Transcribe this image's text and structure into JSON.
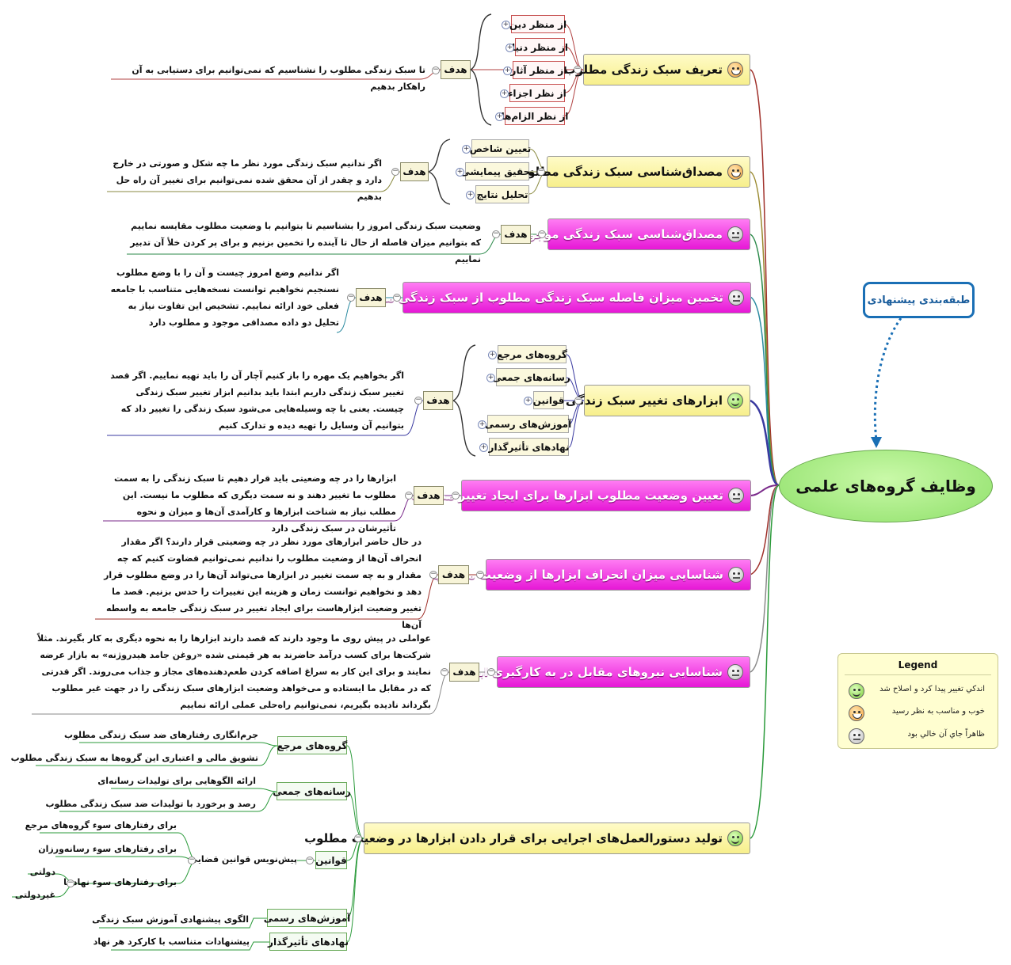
{
  "central": {
    "label": "وظایف گروه‌های علمی"
  },
  "suggestion": {
    "label": "طبقه‌بندی پیشنهادی"
  },
  "legend": {
    "title": "Legend",
    "items": [
      {
        "icon": "happy",
        "label": "اندکي تغيير پيدا کرد و اصلاح شد"
      },
      {
        "icon": "laugh",
        "label": "خوب و مناسب به نظر رسيد"
      },
      {
        "icon": "neutral",
        "label": "ظاهراً جاي آن خالي بود"
      }
    ]
  },
  "goal_label": "هدف",
  "branches": {
    "b1": {
      "title": "تعریف سبک زندگی مطلوب",
      "icon": "laugh",
      "children": [
        "از منظر دین",
        "از منظر دنیا",
        "از منظر آثار",
        "از نظر اجزاء",
        "از نظر الزام‌ها"
      ],
      "goal_text": "تا سبک زندگی مطلوب را نشناسیم که نمی‌توانیم برای دستیابی به آن راهکار بدهیم"
    },
    "b2": {
      "title": "مصداق‌شناسی سبک زندگی مطلوب",
      "icon": "laugh",
      "children": [
        "تعیین شاخص",
        "تحقیق پیمایشی",
        "تحلیل نتایج"
      ],
      "goal_text": "اگر ندانیم سبک زندگی مورد نظر ما چه شکل و صورتی در خارج دارد و چقدر از آن محقق شده نمی‌توانیم برای تغییر آن راه حل بدهیم"
    },
    "b3": {
      "title": "مصداق‌شناسی سبک زندگی موجود",
      "icon": "neutral",
      "goal_text": "وضعیت سبک زندگی امروز را بشناسیم تا بتوانیم با وضعیت مطلوب مقایسه نماییم که بتوانیم میزان فاصله از حال تا آینده را تخمین بزنیم و برای پر کردن خلأ آن تدبیر نماییم"
    },
    "b4": {
      "title": "تخمین میزان فاصله سبک زندگی مطلوب از سبک زندگی موجود",
      "icon": "neutral",
      "goal_text": "اگر ندانیم وضع امروز چیست و آن را با وضع مطلوب نسنجیم نخواهیم توانست نسخه‌هایی متناسب با جامعه فعلی خود ارائه نماییم. تشخیص این تفاوت نیاز به تحلیل دو داده مصداقی موجود و مطلوب دارد"
    },
    "b5": {
      "title": "ابزارهای تغییر سبک زندگی",
      "icon": "happy",
      "children": [
        "گروه‌های مرجع",
        "رسانه‌های جمعی",
        "قوانین",
        "آموزش‌های رسمی",
        "نهادهای تأثیرگذار"
      ],
      "goal_text": "اگر بخواهیم یک مهره را باز کنیم آچار آن را باید تهیه نماییم. اگر قصد تغییر سبک زندگی داریم ابتدا باید بدانیم ابزار تغییر سبک زندگی چیست. یعنی با چه وسیله‌هایی می‌شود سبک زندگی را تغییر داد که بتوانیم آن وسایل را تهیه دیده و تدارک کنیم"
    },
    "b6": {
      "title": "تعیین وضعیت مطلوب ابزارها برای ایجاد تغییر مطلوب",
      "icon": "neutral",
      "goal_text": "ابزارها را در چه وضعیتی باید قرار دهیم تا سبک زندگی را به سمت مطلوب ما تغییر دهند و نه سمت دیگری که مطلوب ما نیست. این مطلب نیاز به شناخت ابزارها و کارآمدی آن‌ها و میزان و نحوه تأثیرشان در سبک زندگی دارد"
    },
    "b7": {
      "title": "شناسایی میزان انحراف ابزارها از وضعیت مطلوب",
      "icon": "neutral",
      "goal_text": "در حال حاضر ابزارهای مورد نظر در چه وضعیتی قرار دارند؟ اگر مقدار انحراف آن‌ها از وضعیت مطلوب را ندانیم نمی‌توانیم قضاوت کنیم که چه مقدار و به چه سمت تغییر در ابزارها می‌تواند آن‌ها را در وضع مطلوب قرار دهد و نخواهیم توانست زمان و هزینه این تغییرات را حدس بزنیم. قصد ما تغییر وضعیت ابزارهاست برای ایجاد تغییر در سبک زندگی جامعه به واسطه آن‌ها"
    },
    "b8": {
      "title": "شناسایی نیروهای مقابل در به کارگیری ابزارها",
      "icon": "neutral",
      "goal_text": "عواملی در پیش روی ما وجود دارند که قصد دارند ابزارها را به نحوه دیگری به کار بگیرند. مثلاً شرکت‌ها برای کسب درآمد حاضرند به هر قیمتی شده «روغن جامد هیدروژنه» به بازار عرضه نمایند و برای این کار به سراغ اضافه کردن طعم‌دهنده‌های مجاز و جذاب می‌روند. اگر قدرتی که در مقابل ما ایستاده و می‌خواهد وضعیت ابزارهای سبک زندگی را در جهت غیر مطلوب بگرداند نادیده بگیریم، نمی‌توانیم راه‌حلی عملی ارائه نماییم"
    },
    "b9": {
      "title": "تولید دستورالعمل‌های اجرایی برای قرار دادن ابزارها در وضعیت مطلوب",
      "icon": "happy",
      "groups": {
        "ref": {
          "label": "گروه‌های مرجع",
          "items": [
            "جرم‌انگاری رفتارهای ضد سبک زندگی مطلوب",
            "تشویق مالی و اعتباری این گروه‌ها به سبک زندگی مطلوب"
          ]
        },
        "media": {
          "label": "رسانه‌های جمعی",
          "items": [
            "ارائه الگوهایی برای تولیدات رسانه‌ای",
            "رصد و برخورد با تولیدات ضد سبک زندگی مطلوب"
          ]
        },
        "law": {
          "label": "قوانین",
          "sub": {
            "label": "پیش‌نویس قوانین قضایی",
            "items": [
              "برای رفتارهای سوء گروه‌های مرجع",
              "برای رفتارهای سوء رسانه‌ورزان",
              "برای رفتارهای سوء نهادها"
            ],
            "institutions": [
              "دولتی",
              "غیردولتی"
            ]
          }
        },
        "edu": {
          "label": "آموزش‌های رسمی",
          "items": [
            "الگوی پیشنهادی آموزش سبک زندگی"
          ]
        },
        "inst": {
          "label": "نهادهای تأثیرگذار",
          "items": [
            "پیشنهادات متناسب با کارکرد هر نهاد"
          ]
        }
      }
    }
  }
}
